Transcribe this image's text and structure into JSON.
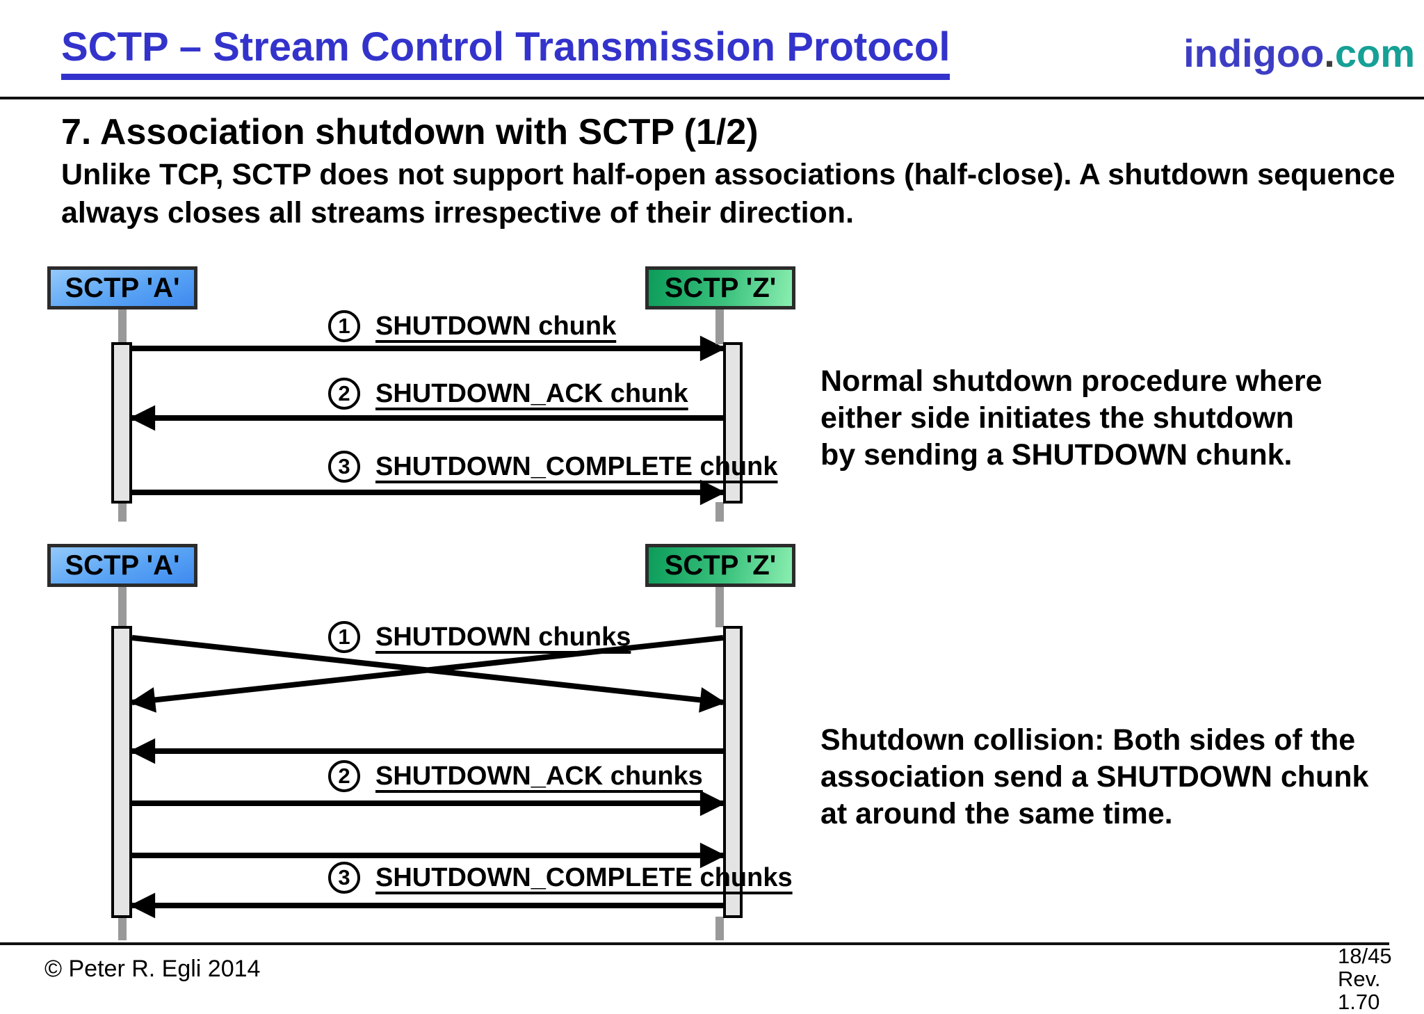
{
  "header": {
    "title": "SCTP – Stream Control Transmission Protocol",
    "logo": {
      "name": "indigoo",
      "dot": ".",
      "tld": "com"
    }
  },
  "slide": {
    "heading": "7. Association shutdown with SCTP (1/2)",
    "subtitle_lines": [
      "Unlike TCP, SCTP does not support half-open associations (half-close). A shutdown sequence",
      "always closes all streams irrespective of their direction."
    ]
  },
  "colors": {
    "title_blue": "#3333cc",
    "logo_blue": "#3d3dc4",
    "logo_dot_gray": "#3c3c3c",
    "logo_teal": "#16a096",
    "endpoint_a_gradient": [
      "#93c9fa",
      "#3e8aef"
    ],
    "endpoint_z_gradient": [
      "#0c9c5a",
      "#8aeeb0"
    ],
    "lifeline_gray": "#999999",
    "activation_fill": "#e4e4e4",
    "diagram_black": "#000000"
  },
  "diagram1": {
    "endpoint_a": "SCTP 'A'",
    "endpoint_z": "SCTP 'Z'",
    "messages": [
      {
        "num": "1",
        "label": "SHUTDOWN chunk",
        "direction": "a-to-z"
      },
      {
        "num": "2",
        "label": "SHUTDOWN_ACK chunk",
        "direction": "z-to-a"
      },
      {
        "num": "3",
        "label": "SHUTDOWN_COMPLETE chunk",
        "direction": "a-to-z"
      }
    ],
    "note_lines": [
      "Normal shutdown procedure where",
      "either side initiates the shutdown",
      "by sending a SHUTDOWN chunk."
    ]
  },
  "diagram2": {
    "endpoint_a": "SCTP 'A'",
    "endpoint_z": "SCTP 'Z'",
    "messages": [
      {
        "num": "1",
        "label": "SHUTDOWN chunks",
        "direction": "crossing-both-ways"
      },
      {
        "num": "2",
        "label": "SHUTDOWN_ACK chunks",
        "direction": "both-ways"
      },
      {
        "num": "3",
        "label": "SHUTDOWN_COMPLETE chunks",
        "direction": "both-ways"
      }
    ],
    "note_lines": [
      "Shutdown collision: Both sides of the",
      "association send a SHUTDOWN chunk",
      "at around the same time."
    ]
  },
  "footer": {
    "copyright": "© Peter R. Egli 2014",
    "page": "18/45",
    "revision": "Rev. 1.70"
  }
}
